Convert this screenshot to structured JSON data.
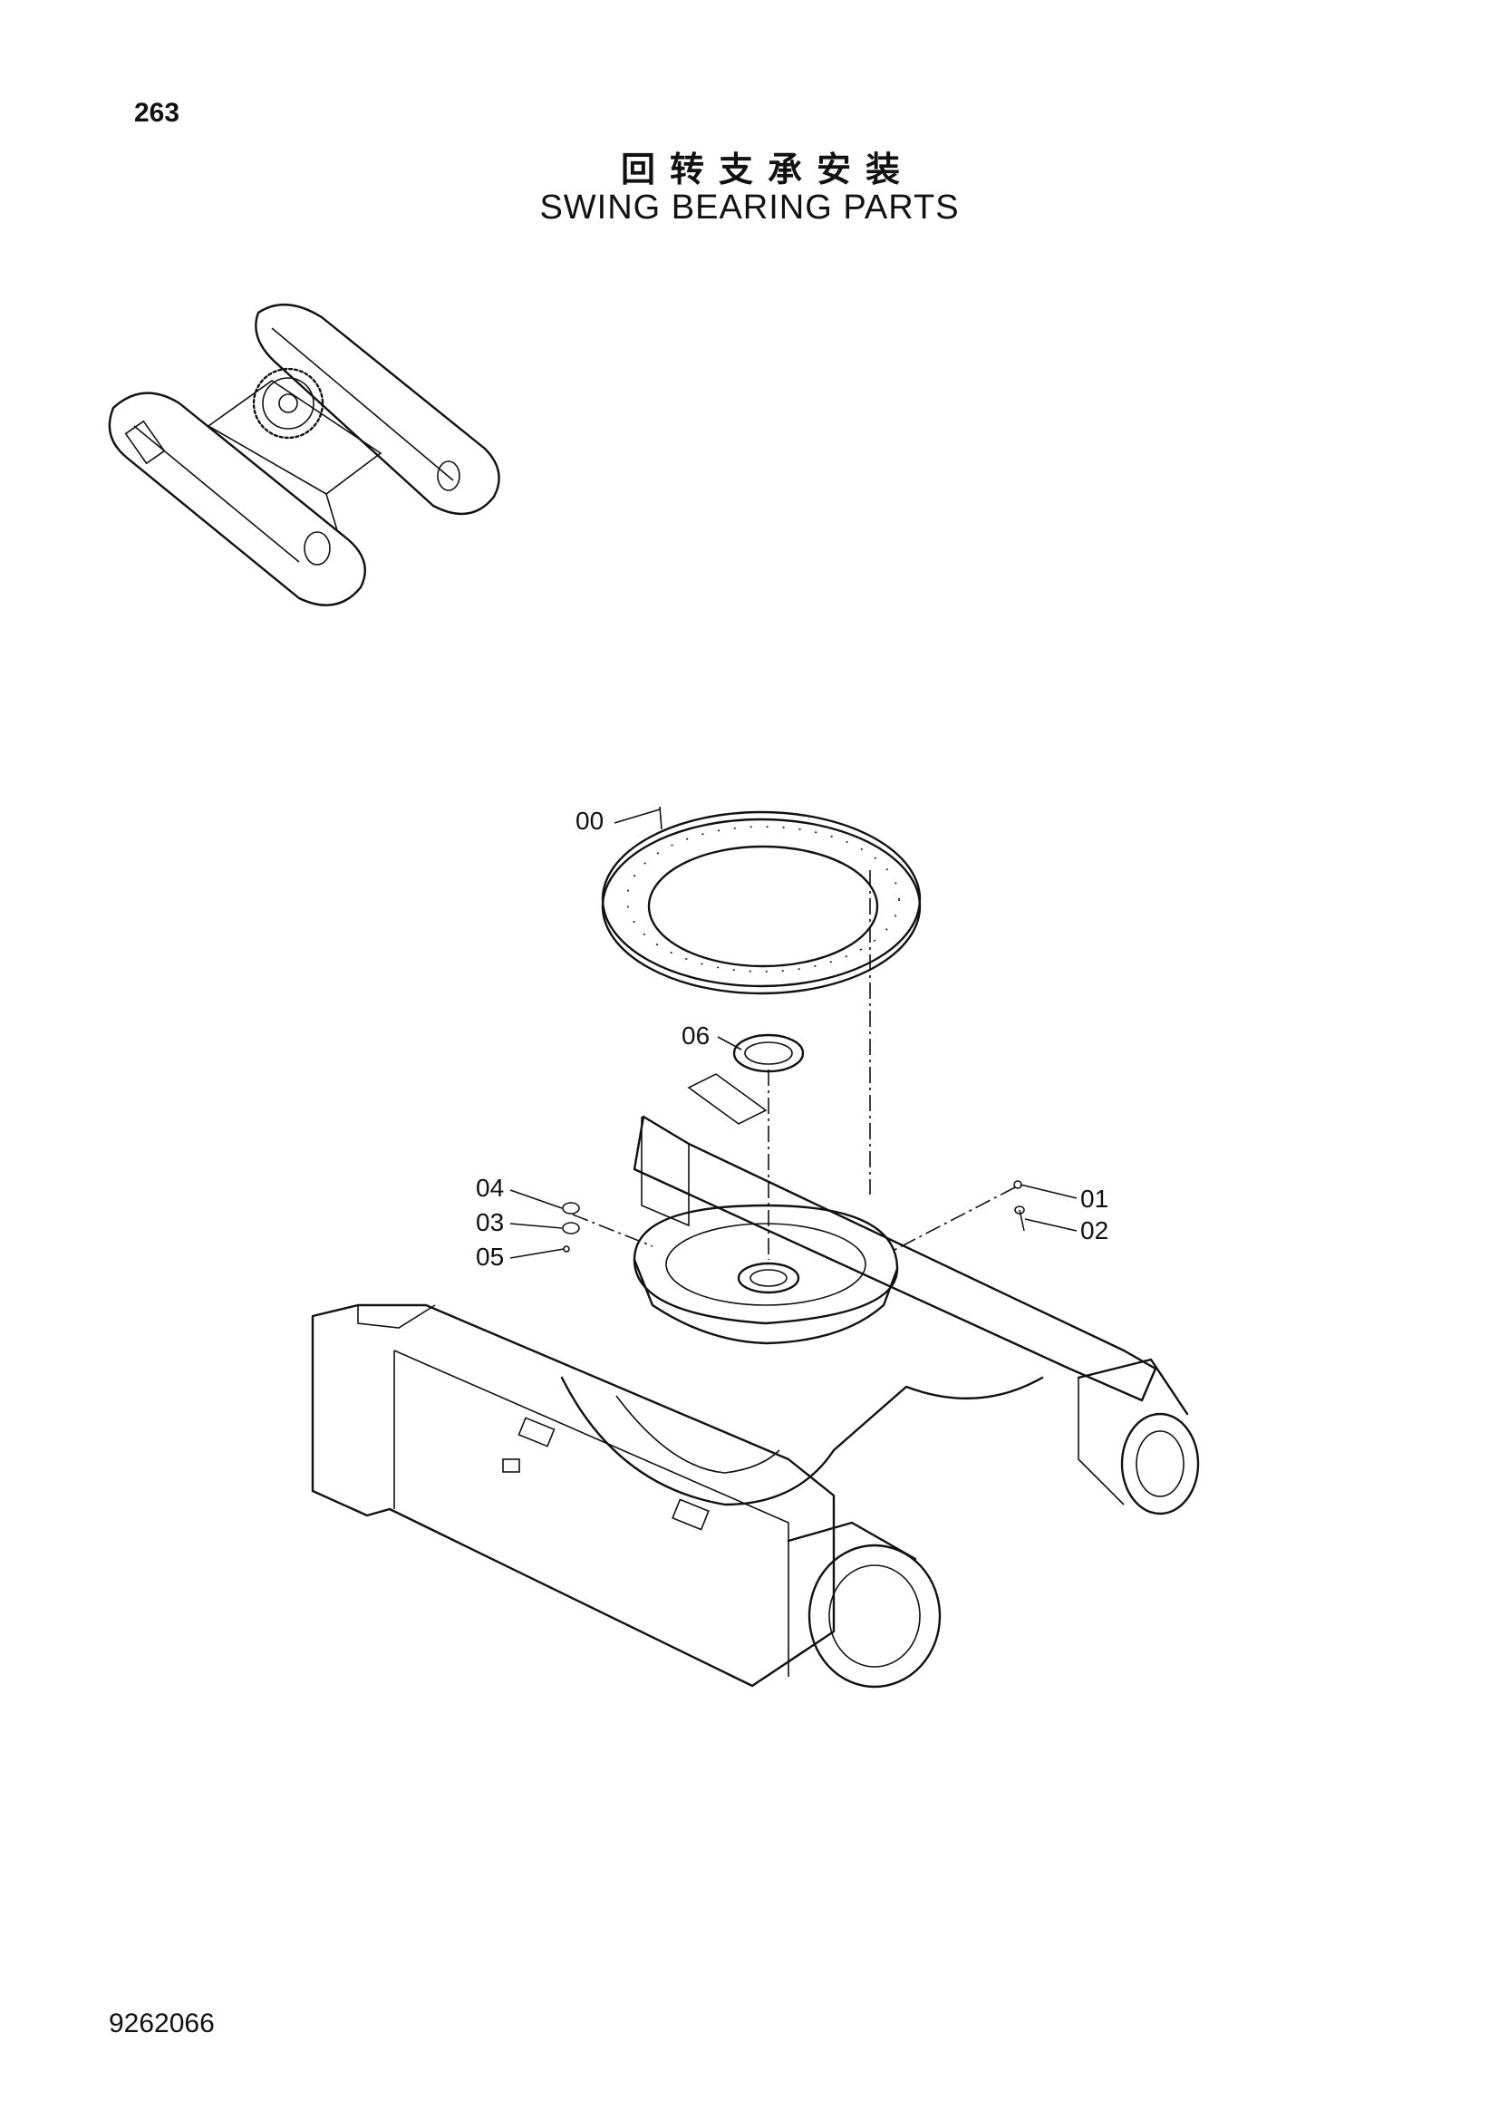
{
  "header": {
    "page_number": "263",
    "title_cn": "回转支承安装",
    "title_en": "SWING BEARING PARTS"
  },
  "footer": {
    "doc_number": "9262066"
  },
  "diagram": {
    "callouts": [
      {
        "id": "00",
        "label": "00"
      },
      {
        "id": "01",
        "label": "01"
      },
      {
        "id": "02",
        "label": "02"
      },
      {
        "id": "03",
        "label": "03"
      },
      {
        "id": "04",
        "label": "04"
      },
      {
        "id": "05",
        "label": "05"
      },
      {
        "id": "06",
        "label": "06"
      }
    ]
  }
}
